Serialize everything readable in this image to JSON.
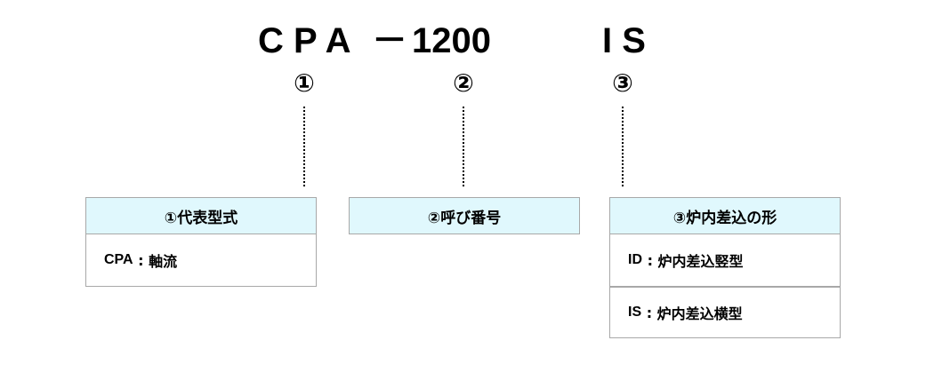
{
  "model_code": {
    "part1": "C P A",
    "separator": "－",
    "part2": "1200",
    "part3": "I S"
  },
  "markers": [
    "①",
    "②",
    "③"
  ],
  "boxes": [
    {
      "header": "①代表型式",
      "rows": [
        {
          "key": "CPA",
          "sep": " : ",
          "value": "軸流"
        }
      ]
    },
    {
      "header": "②呼び番号",
      "rows": []
    },
    {
      "header": "③炉内差込の形",
      "rows": [
        {
          "key": "ID",
          "sep": " : ",
          "value": "炉内差込竪型"
        },
        {
          "key": "IS",
          "sep": " : ",
          "value": "炉内差込横型"
        }
      ]
    }
  ],
  "colors": {
    "header_bg": "#e0f8fd",
    "border": "#a8a8a8"
  }
}
